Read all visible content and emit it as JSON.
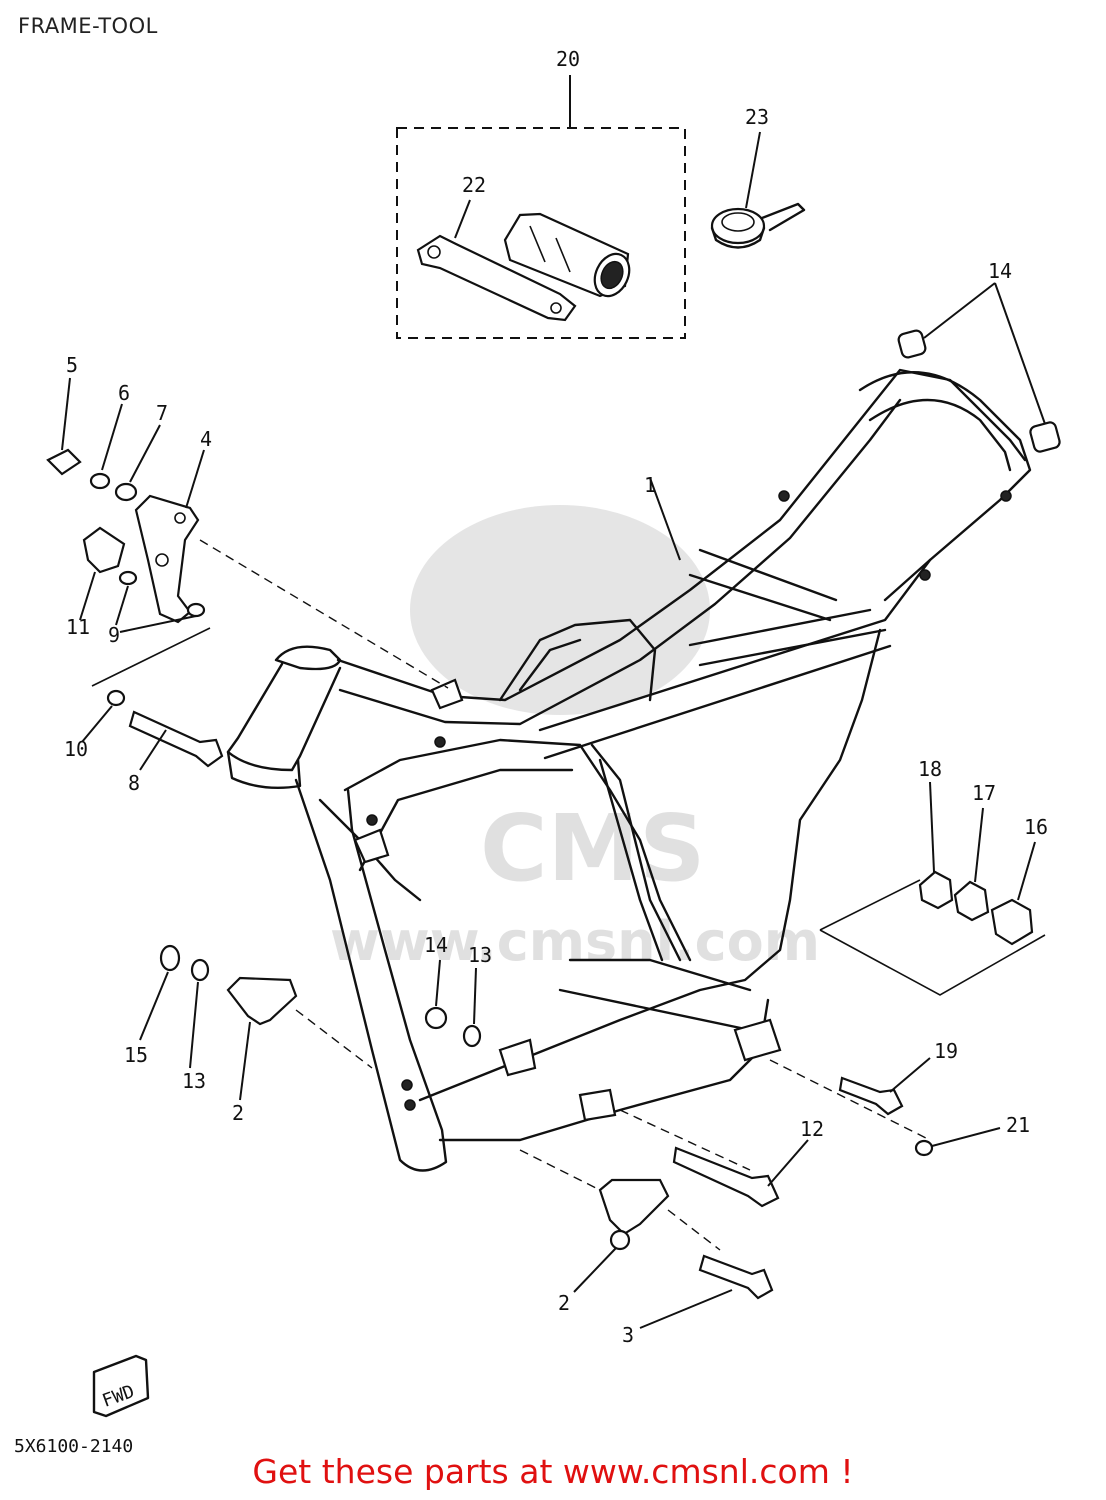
{
  "page": {
    "title": "FRAME-TOOL"
  },
  "diagram": {
    "drawing_code": "5X6100-2140",
    "fwd_marker": "FWD",
    "watermark": {
      "brand": "CMS",
      "url": "www.cmsnl.com"
    },
    "callouts": [
      {
        "id": "c1",
        "label": "1"
      },
      {
        "id": "c2a",
        "label": "2"
      },
      {
        "id": "c2b",
        "label": "2"
      },
      {
        "id": "c3",
        "label": "3"
      },
      {
        "id": "c4",
        "label": "4"
      },
      {
        "id": "c5",
        "label": "5"
      },
      {
        "id": "c6",
        "label": "6"
      },
      {
        "id": "c7",
        "label": "7"
      },
      {
        "id": "c8",
        "label": "8"
      },
      {
        "id": "c9",
        "label": "9"
      },
      {
        "id": "c10",
        "label": "10"
      },
      {
        "id": "c11",
        "label": "11"
      },
      {
        "id": "c12",
        "label": "12"
      },
      {
        "id": "c13a",
        "label": "13"
      },
      {
        "id": "c13b",
        "label": "13"
      },
      {
        "id": "c14a",
        "label": "14"
      },
      {
        "id": "c14b",
        "label": "14"
      },
      {
        "id": "c15",
        "label": "15"
      },
      {
        "id": "c16",
        "label": "16"
      },
      {
        "id": "c17",
        "label": "17"
      },
      {
        "id": "c18",
        "label": "18"
      },
      {
        "id": "c19",
        "label": "19"
      },
      {
        "id": "c20",
        "label": "20"
      },
      {
        "id": "c21",
        "label": "21"
      },
      {
        "id": "c22",
        "label": "22"
      },
      {
        "id": "c23",
        "label": "23"
      }
    ]
  },
  "footer": {
    "promo_text": "Get these parts at www.cmsnl.com !"
  }
}
